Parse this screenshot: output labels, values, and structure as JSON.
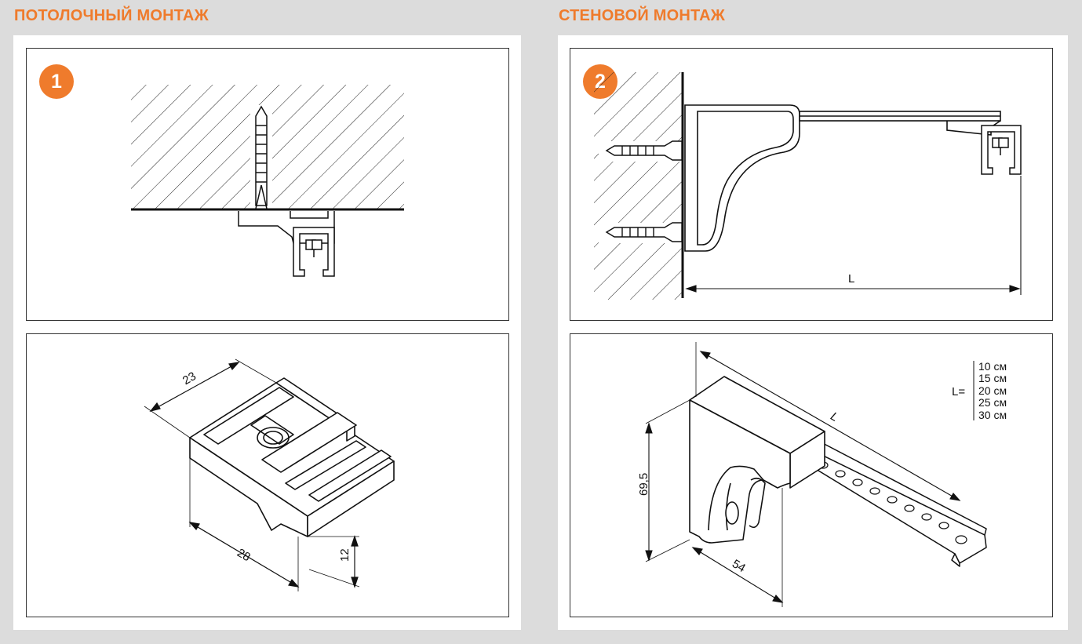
{
  "headings": {
    "ceiling": "ПОТОЛОЧНЫЙ МОНТАЖ",
    "wall": "СТЕНОВОЙ МОНТАЖ"
  },
  "badges": {
    "ceiling": "1",
    "wall": "2"
  },
  "dimensions": {
    "clip_width": "23",
    "clip_length": "28",
    "clip_height": "12",
    "wall_distance": "L",
    "bracket_height": "69,5",
    "bracket_depth": "54",
    "bracket_length": "L"
  },
  "length_options": {
    "label": "L=",
    "values": [
      "10 см",
      "15 см",
      "20 см",
      "25 см",
      "30 см"
    ]
  },
  "colors": {
    "accent": "#ef7b2c",
    "line": "#1a1a1a",
    "background": "#dcdcdc"
  }
}
